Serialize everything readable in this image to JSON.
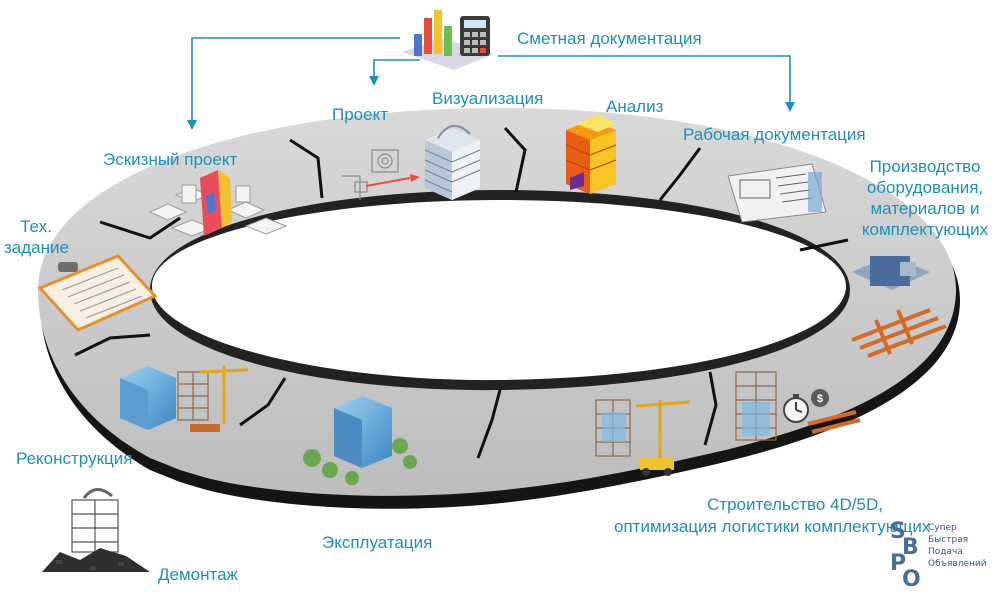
{
  "top_label": "Сметная документация",
  "stages": {
    "proekt": "Проект",
    "vizualizatsiya": "Визуализация",
    "analiz": "Анализ",
    "rabochaya": "Рабочая документация",
    "eskizny": "Эскизный проект",
    "tekh_1": "Тех.",
    "tekh_2": "задание",
    "proizvodstvo_1": "Производство",
    "proizvodstvo_2": "оборудования,",
    "proizvodstvo_3": "материалов и",
    "proizvodstvo_4": "комплектующих",
    "rekonstruktsiya": "Реконструкция",
    "ekspluatatsiya": "Эксплуатация",
    "demontazh": "Демонтаж",
    "stroitelstvo_1": "Строительство 4D/5D,",
    "stroitelstvo_2": "оптимизация логистики комплектующих"
  },
  "watermark": {
    "letters": "SBPO",
    "line_1": "Супер",
    "line_2": "Быстрая",
    "line_3": "Подача",
    "line_4": "Объявлений"
  },
  "colors": {
    "label": "#1f8fb8",
    "arrow": "#1f8fb8",
    "ring_top": "#cfcfcf",
    "ring_edge": "#151515"
  },
  "icons": [
    "calculator-chart-icon",
    "isometric-building-icon",
    "crane-icon",
    "tree-icon",
    "spec-document-icon",
    "stopwatch-icon",
    "dollar-coin-icon"
  ]
}
